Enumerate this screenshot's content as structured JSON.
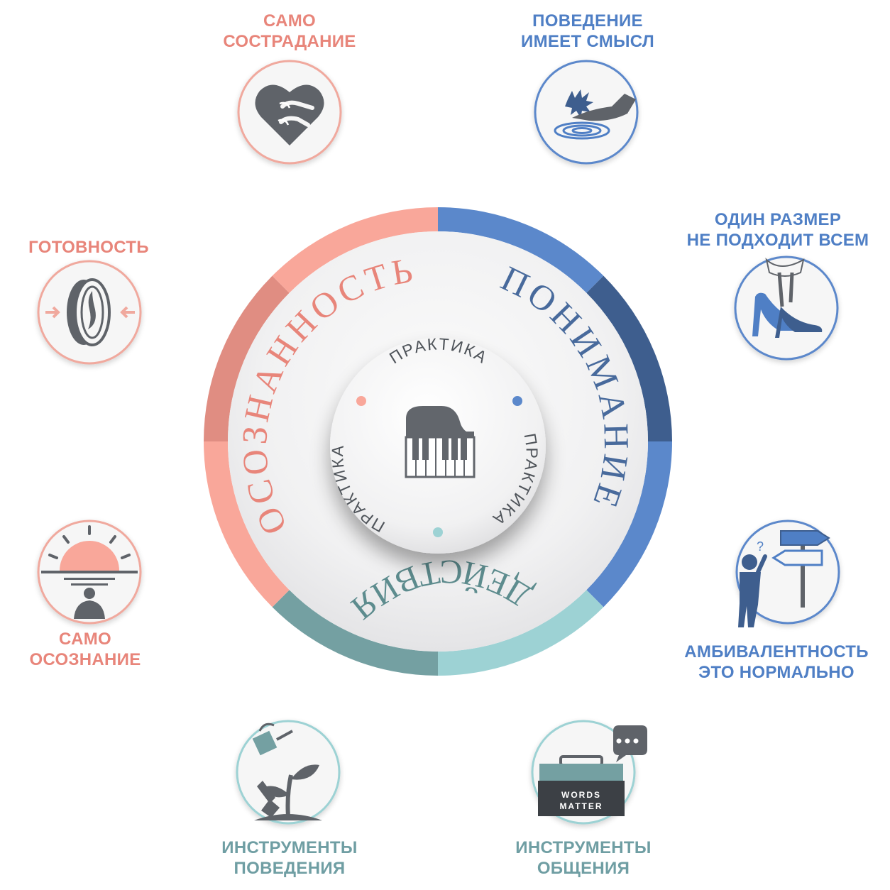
{
  "colors": {
    "coral": "#f9a79a",
    "coral_dark": "#e08d82",
    "blue": "#5b88cb",
    "navy": "#3e5e8e",
    "teal_light": "#9dd2d4",
    "teal_dark": "#74a0a2",
    "label_red": "#e8857a",
    "label_blue": "#4f7fc5",
    "label_teal": "#6f9ea3",
    "icon_gray": "#5f6369"
  },
  "ring": {
    "top_left": "ОСОЗНАННОСТЬ",
    "top_right": "ПОНИМАНИЕ",
    "bottom": "ДЕЙСТВИЯ"
  },
  "hub": {
    "top": "ПРАКТИКА",
    "right": "ПРАКТИКА",
    "left": "ПРАКТИКА",
    "icon": "grand-piano-icon"
  },
  "items": {
    "self_compassion": {
      "line1": "САМО",
      "line2": "СОСТРАДАНИЕ",
      "icon": "heart-hug-icon"
    },
    "behavior_meaning": {
      "line1": "ПОВЕДЕНИЕ",
      "line2": "ИМЕЕТ СМЫСЛ",
      "icon": "hand-ripple-icon"
    },
    "readiness": {
      "line1": "ГОТОВНОСТЬ",
      "icon": "coin-press-icon"
    },
    "one_size": {
      "line1": "ОДИН РАЗМЕР",
      "line2": "НЕ ПОДХОДИТ ВСЕМ",
      "icon": "high-heels-icon"
    },
    "self_awareness": {
      "line1": "САМО",
      "line2": "ОСОЗНАНИЕ",
      "icon": "sunrise-meditation-icon"
    },
    "ambivalence": {
      "line1": "АМБИВАЛЕНТНОСТЬ",
      "line2": "ЭТО НОРМАЛЬНО",
      "icon": "signpost-confusion-icon"
    },
    "behavior_tools": {
      "line1": "ИНСТРУМЕНТЫ",
      "line2": "ПОВЕДЕНИЯ",
      "icon": "watering-plant-icon"
    },
    "communication_tools": {
      "line1": "ИНСТРУМЕНТЫ",
      "line2": "ОБЩЕНИЯ",
      "icon": "toolbox-speech-icon"
    }
  },
  "toolbox_text": {
    "line1": "WORDS",
    "line2": "MATTER"
  }
}
